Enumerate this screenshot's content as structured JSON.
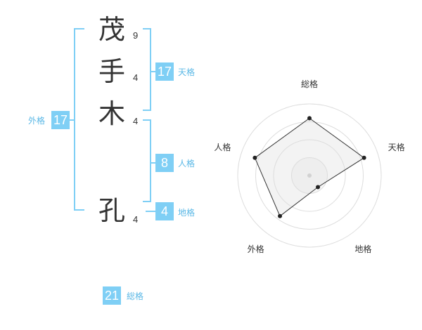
{
  "characters": [
    {
      "char": "茂",
      "strokes": "9"
    },
    {
      "char": "手",
      "strokes": "4"
    },
    {
      "char": "木",
      "strokes": "4"
    },
    {
      "char": "孔",
      "strokes": "4"
    }
  ],
  "kakusu": {
    "tenkaku": {
      "value": "17",
      "label": "天格"
    },
    "jinkaku": {
      "value": "8",
      "label": "人格"
    },
    "chikaku": {
      "value": "4",
      "label": "地格"
    },
    "gaikaku": {
      "value": "17",
      "label": "外格"
    },
    "soukaku": {
      "value": "21",
      "label": "総格"
    }
  },
  "colors": {
    "accent": "#7fcff5",
    "label": "#5bb8e6",
    "text": "#333333"
  },
  "chart_data": {
    "type": "radar",
    "axes": [
      "総格",
      "天格",
      "地格",
      "外格",
      "人格"
    ],
    "values": [
      0.8,
      0.8,
      0.2,
      0.7,
      0.8
    ],
    "range": [
      0,
      1
    ],
    "grid_levels": 4,
    "grid": true
  }
}
